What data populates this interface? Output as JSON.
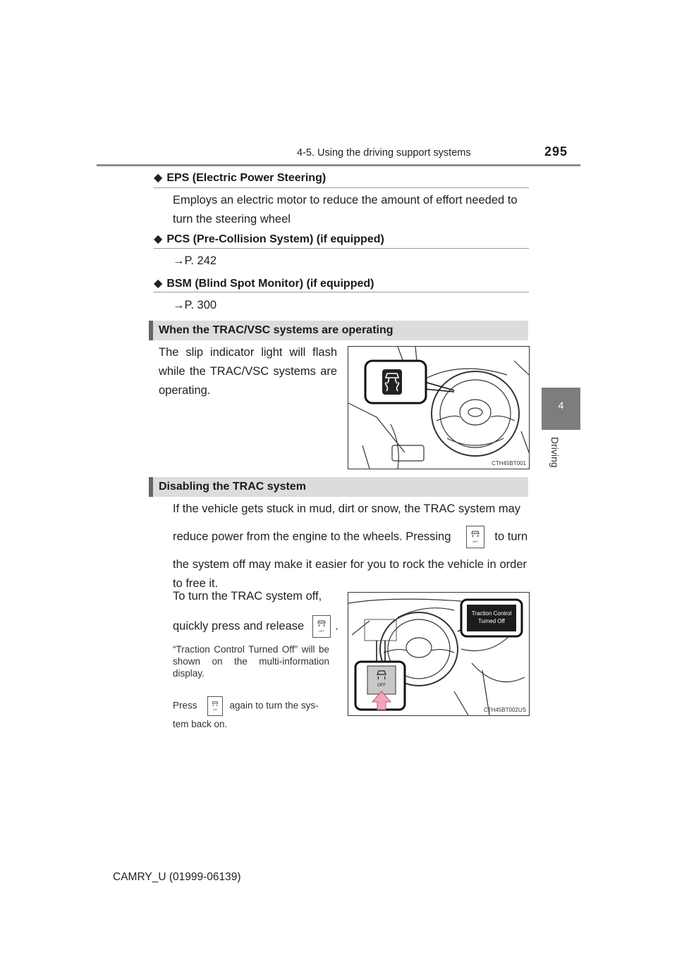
{
  "header": {
    "section": "4-5. Using the driving support systems",
    "page_number": "295"
  },
  "side_tab": {
    "number": "4",
    "label": "Driving"
  },
  "eps": {
    "title": "EPS (Electric Power Steering)",
    "body": "Employs an electric motor to reduce the amount of effort needed to turn the steering wheel"
  },
  "pcs": {
    "title": "PCS (Pre-Collision System) (if equipped)",
    "ref": "→P. 242"
  },
  "bsm": {
    "title": "BSM (Blind Spot Monitor) (if equipped)",
    "ref": "→P. 300"
  },
  "operating": {
    "heading": "When the TRAC/VSC systems are operating",
    "body": "The slip indicator light will flash while the TRAC/VSC systems are operating.",
    "figure_id": "CTH45BT001"
  },
  "disabling": {
    "heading": "Disabling the TRAC system",
    "para1_a": "If the vehicle gets stuck in mud, dirt or snow, the TRAC system may",
    "para1_b": "reduce power from the engine to the wheels. Pressing",
    "para1_c": "to turn",
    "para1_d": "the system off may make it easier for you to rock the vehicle in order to free it.",
    "para2_a": "To turn the TRAC system off,",
    "para2_b": "quickly press and release",
    "para2_c": ".",
    "note": "“Traction Control Turned Off” will be shown on the multi-information display.",
    "press_a": "Press",
    "press_b": "again to turn the sys-",
    "press_c": "tem back on.",
    "display_line1": "Traction Control",
    "display_line2": "Turned Off",
    "button_off": "OFF",
    "figure_id": "CTH45BT002US"
  },
  "footer": {
    "model": "CAMRY_U (01999-06139)"
  }
}
